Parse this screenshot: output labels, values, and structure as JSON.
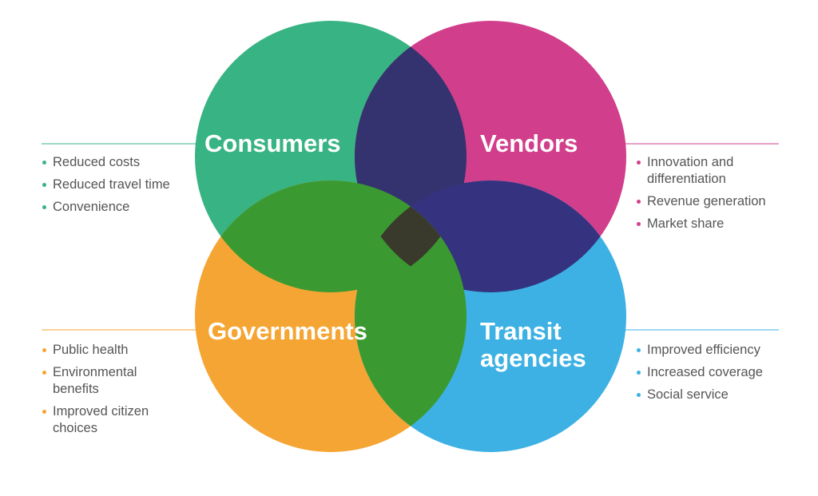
{
  "stakeholders": [
    {
      "key": "consumers",
      "label_lines": [
        "Consumers"
      ],
      "color": "#38b383",
      "benefits": [
        "Reduced costs",
        "Reduced travel time",
        "Convenience"
      ]
    },
    {
      "key": "vendors",
      "label_lines": [
        "Vendors"
      ],
      "color": "#d13f8c",
      "benefits": [
        "Innovation and differentiation",
        "Revenue generation",
        "Market share"
      ]
    },
    {
      "key": "governments",
      "label_lines": [
        "Governments"
      ],
      "color": "#f5a533",
      "benefits": [
        "Public health",
        "Environmental benefits",
        "Improved citizen choices"
      ]
    },
    {
      "key": "transit",
      "label_lines": [
        "Transit",
        "agencies"
      ],
      "color": "#3db1e3",
      "benefits": [
        "Improved efficiency",
        "Increased coverage",
        "Social service"
      ]
    }
  ],
  "overlap_colors": {
    "consumers_vendors": "#35336f",
    "vendors_transit": "#35337f",
    "consumers_governments": "#3a9a31",
    "governments_transit": "#3a9a31",
    "center": "#3a3a2c"
  }
}
